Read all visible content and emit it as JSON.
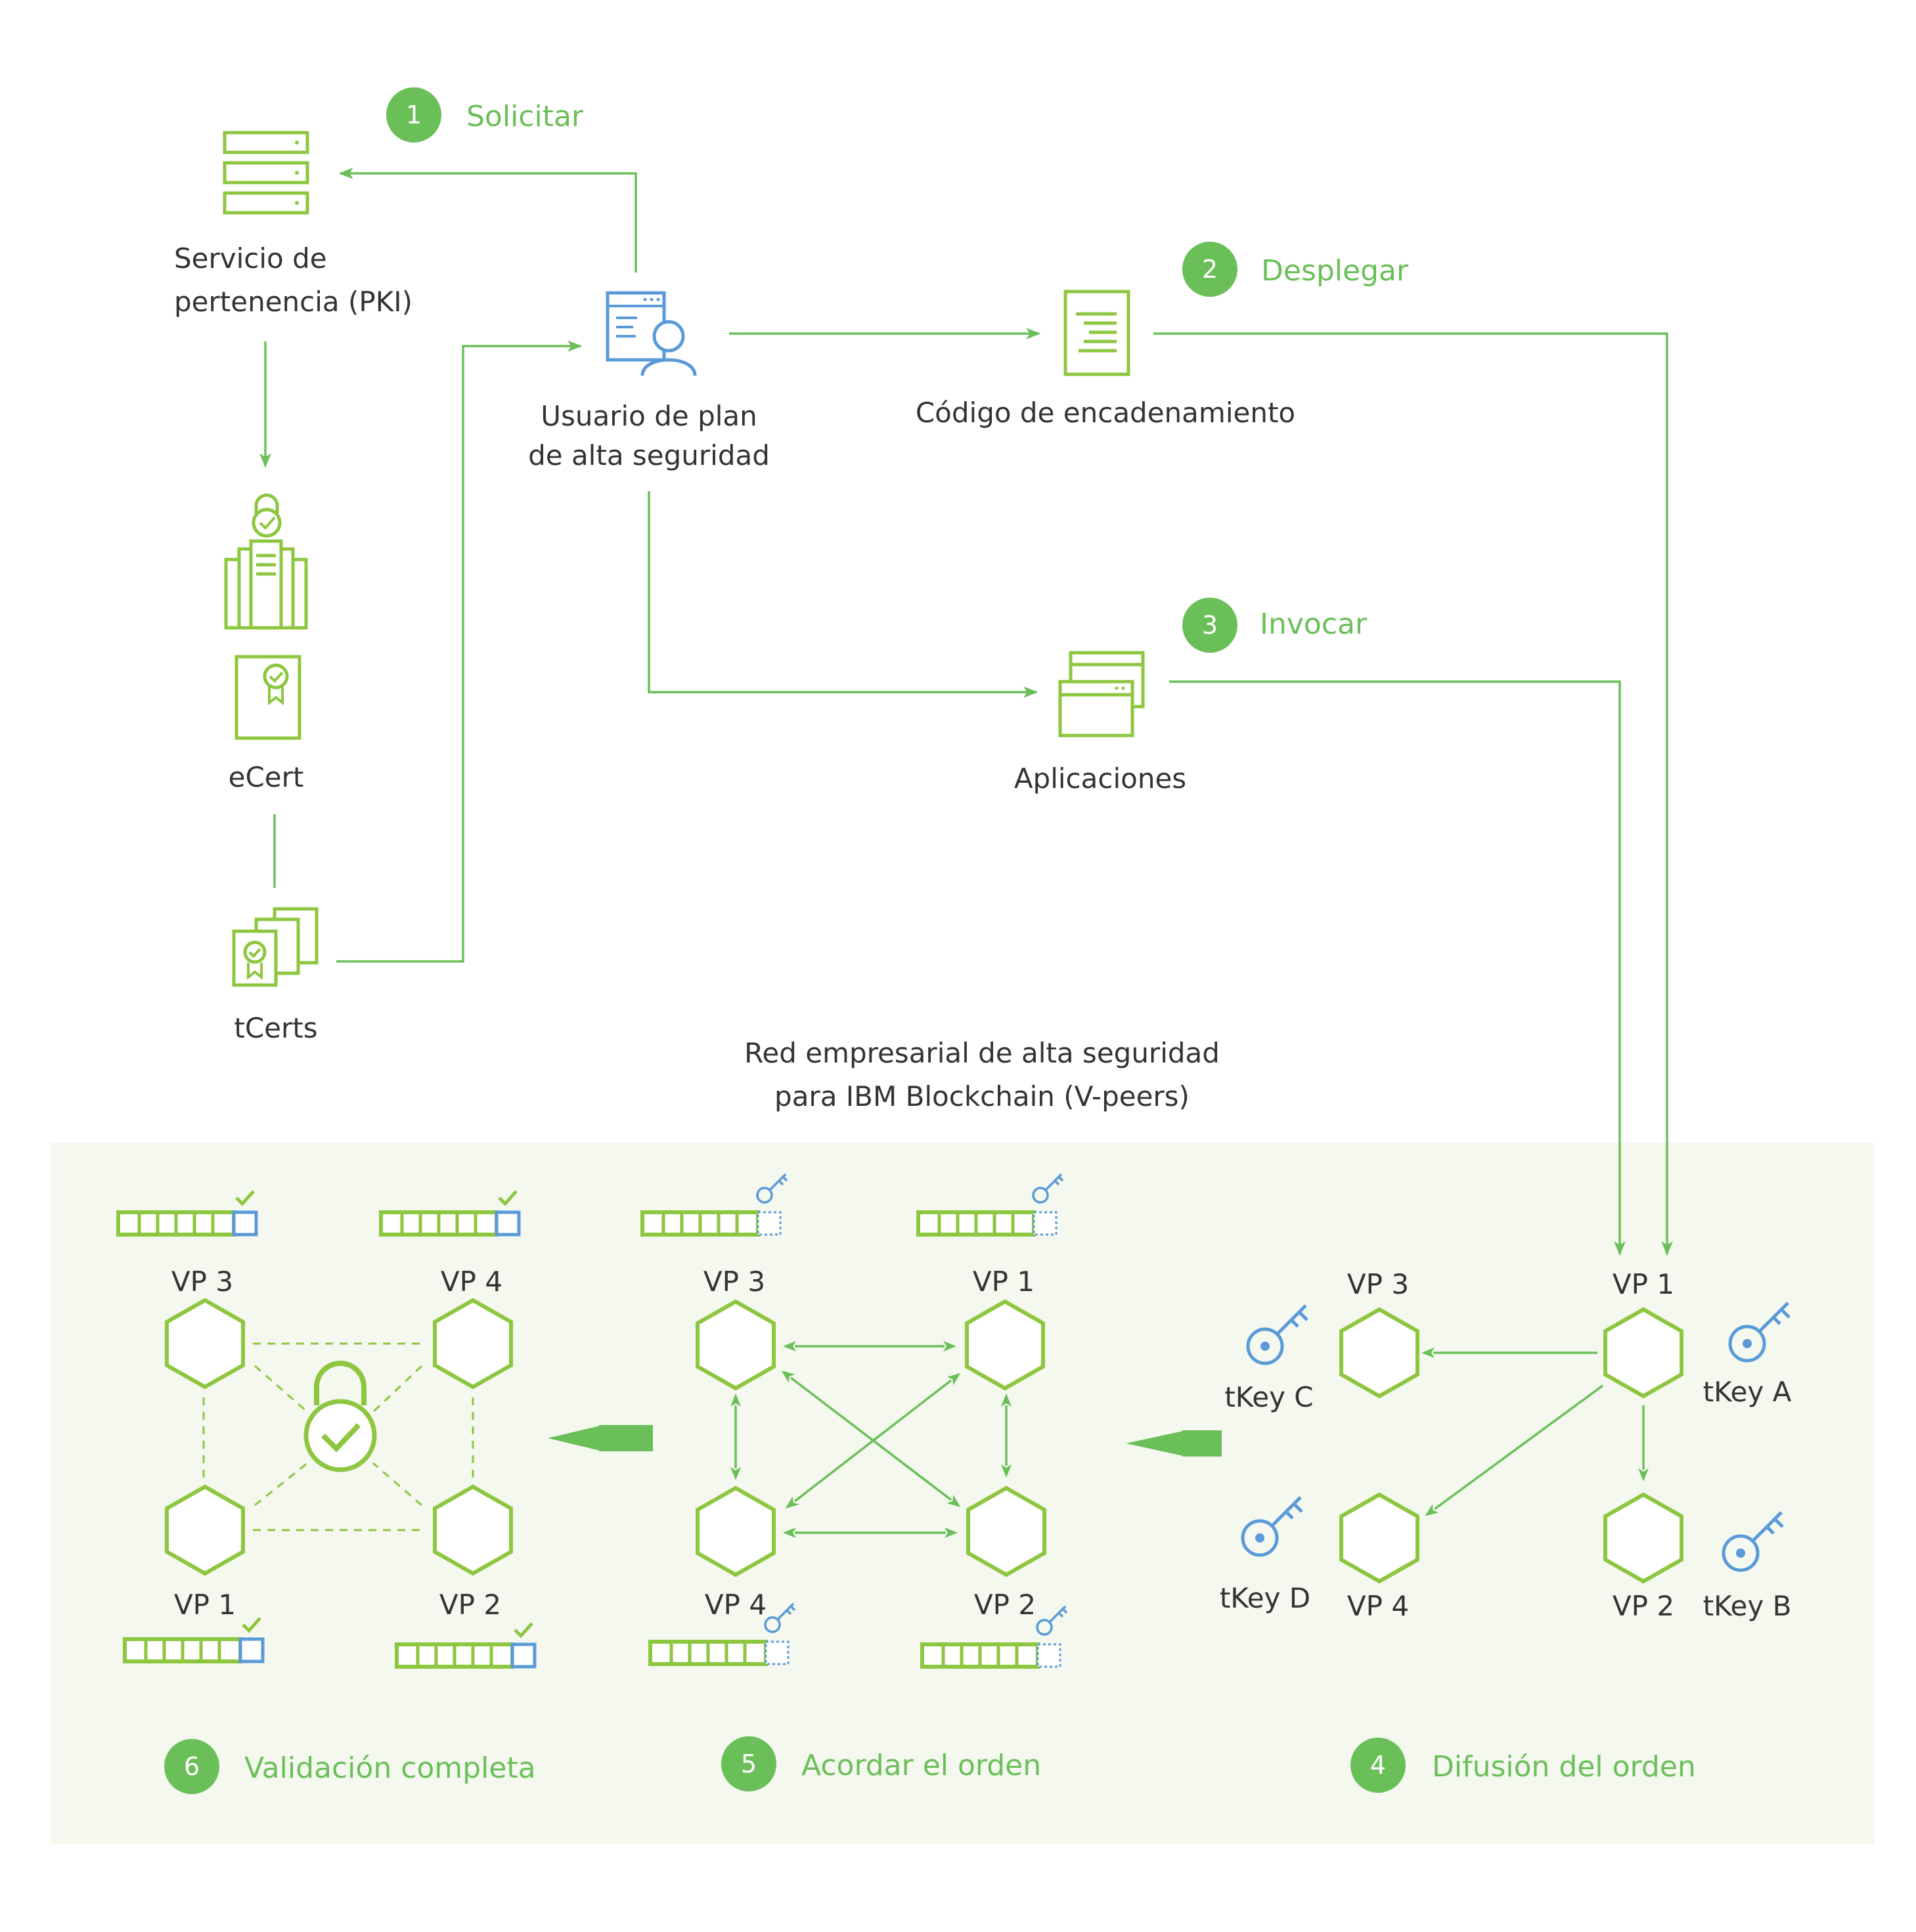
{
  "steps": [
    {
      "num": "1",
      "label": "Solicitar"
    },
    {
      "num": "2",
      "label": "Desplegar"
    },
    {
      "num": "3",
      "label": "Invocar"
    },
    {
      "num": "4",
      "label": "Difusión del orden"
    },
    {
      "num": "5",
      "label": "Acordar el orden"
    },
    {
      "num": "6",
      "label": "Validación completa"
    }
  ],
  "nodes": {
    "membership_line1": "Servicio de",
    "membership_line2": "pertenencia (PKI)",
    "ecert": "eCert",
    "tcerts": "tCerts",
    "user_line1": "Usuario de plan",
    "user_line2": "de alta seguridad",
    "chaincode": "Código de encadenamiento",
    "applications": "Aplicaciones"
  },
  "network": {
    "title_line1": "Red empresarial de alta seguridad",
    "title_line2": "para IBM Blockchain (V-peers)"
  },
  "panel_broadcast": {
    "vp1": "VP 1",
    "vp2": "VP 2",
    "vp3": "VP 3",
    "vp4": "VP 4",
    "tkey_a": "tKey A",
    "tkey_b": "tKey B",
    "tkey_c": "tKey C",
    "tkey_d": "tKey D"
  },
  "panel_agree": {
    "vp1": "VP 1",
    "vp2": "VP 2",
    "vp3": "VP 3",
    "vp4": "VP 4"
  },
  "panel_validate": {
    "vp1": "VP 1",
    "vp2": "VP 2",
    "vp3": "VP 3",
    "vp4": "VP 4"
  },
  "colors": {
    "accent_green": "#6bbf59",
    "icon_green": "#8dc63f",
    "icon_blue": "#5a9ad8",
    "panel_bg": "#f4f8ef"
  }
}
